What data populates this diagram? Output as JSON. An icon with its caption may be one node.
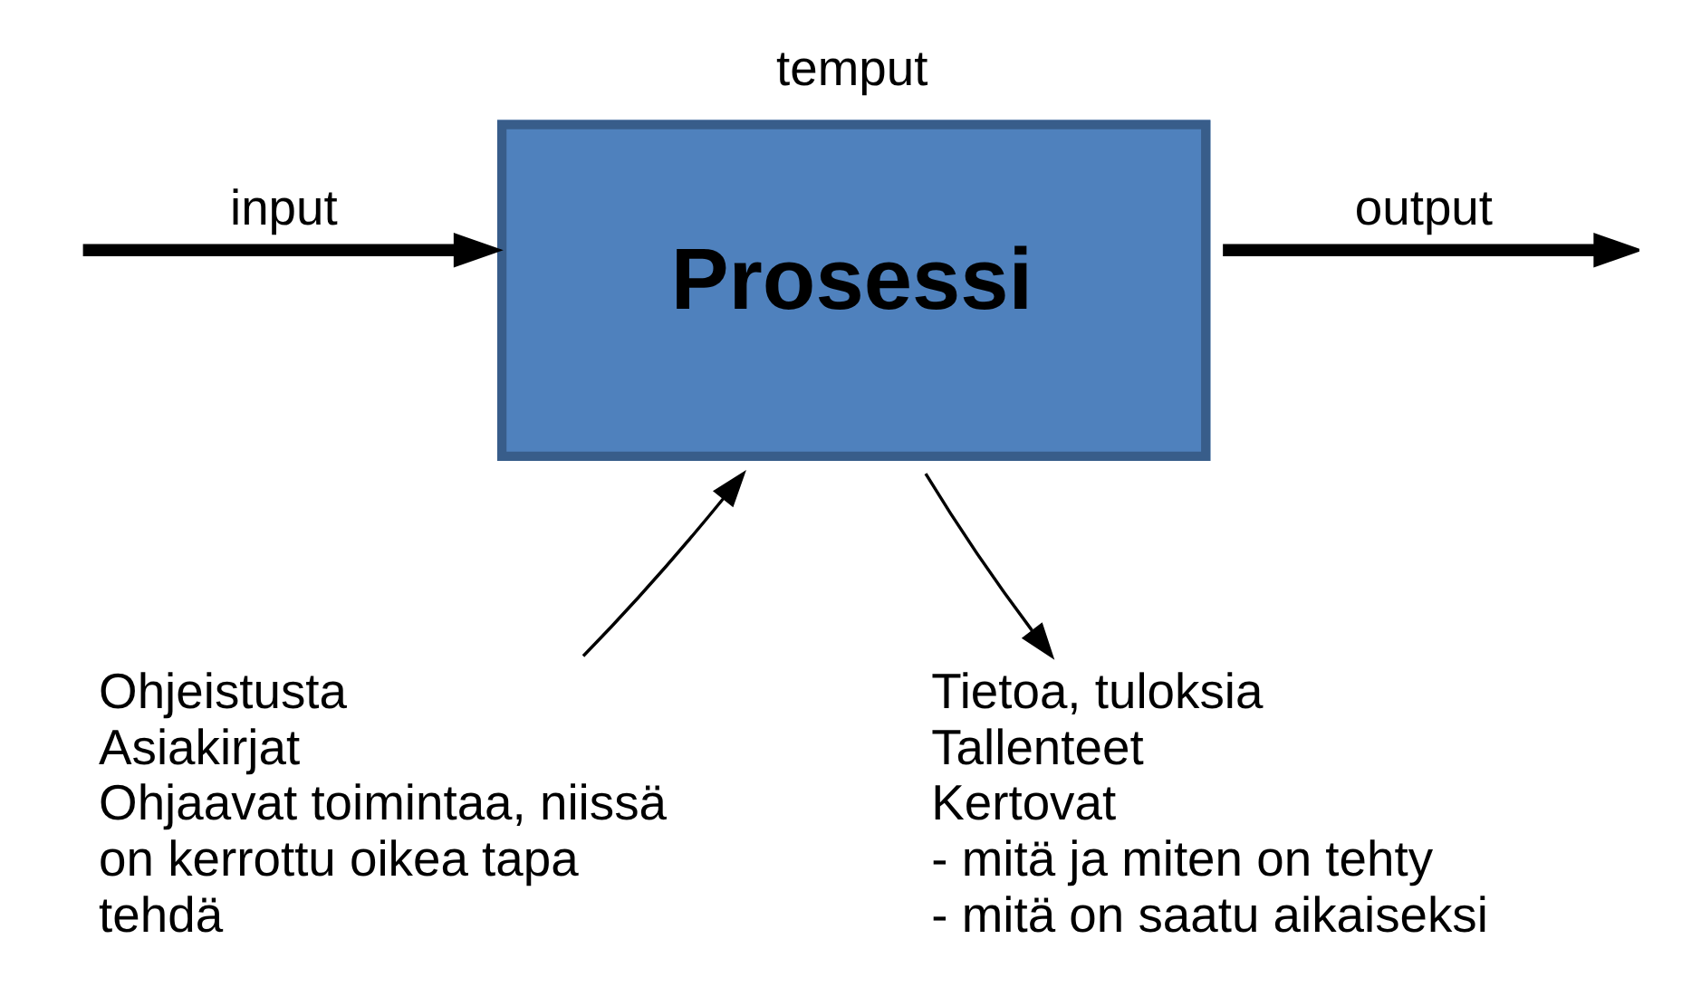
{
  "diagram": {
    "nodes": [
      {
        "text": [
          "Prosessi"
        ],
        "beside": [
          "temput"
        ]
      },
      {
        "text": [
          "Ohjeistusta",
          "Asiakirjat",
          "Ohjaavat toimintaa, niissä on kerrottu oikea tapa tehdä"
        ]
      },
      {
        "text": [
          "Tietoa, tuloksia",
          "Tallenteet",
          "Kertovat",
          "- mitä ja miten on tehty",
          "- mitä on saatu aikaiseksi"
        ]
      }
    ],
    "edges": [
      {
        "from": null,
        "to": 0,
        "arrow": "to",
        "label": "input",
        "style": "thick"
      },
      {
        "from": 0,
        "to": null,
        "arrow": "to",
        "label": "output",
        "style": "thick"
      },
      {
        "from": 1,
        "to": 0,
        "arrow": "to"
      },
      {
        "from": 0,
        "to": 2,
        "arrow": "to"
      }
    ]
  }
}
